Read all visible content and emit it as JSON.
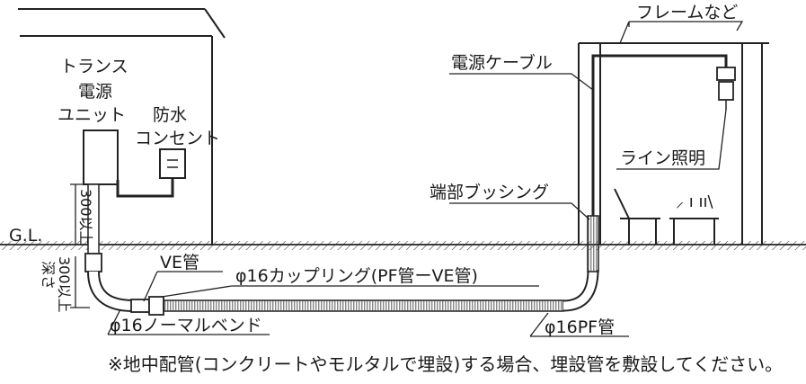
{
  "labels": {
    "transformer_line1": "トランス",
    "transformer_line2": "電源",
    "transformer_line3": "ユニット",
    "waterproof_line1": "防水",
    "waterproof_line2": "コンセント",
    "frame": "フレームなど",
    "power_cable": "電源ケーブル",
    "line_light": "ライン照明",
    "end_bushing": "端部ブッシング",
    "gl": "G.L.",
    "height_300": "300以上",
    "depth_label": "深さ",
    "depth_300": "300以上",
    "ve_pipe": "VE管",
    "coupling": "φ16カップリング(PF管ーVE管)",
    "normal_bend": "φ16ノーマルベンド",
    "pf_pipe": "φ16PF管"
  },
  "note": "※地中配管(コンクリートやモルタルで埋設)する場合、埋設管を敷設してください。"
}
